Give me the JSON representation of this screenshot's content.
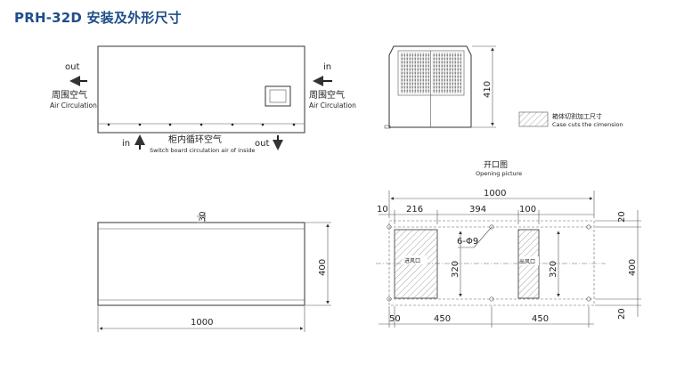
{
  "title": "PRH-32D 安装及外形尺寸",
  "front": {
    "out_label": "out",
    "in_label": "in",
    "left_cn": "周围空气",
    "left_en": "Air Circulation",
    "right_cn": "周围空气",
    "right_en": "Air Circulation",
    "bottom_in": "in",
    "bottom_out": "out",
    "bottom_cn": "柜内循环空气",
    "bottom_en": "Switch board circulation air of inside"
  },
  "side": {
    "height_dim": "410"
  },
  "legend": {
    "cn": "箱体切割加工尺寸",
    "en": "Case cuts the cimension"
  },
  "opening": {
    "title_cn": "开口图",
    "title_en": "Opening picture",
    "dim_total": "1000",
    "dim_10": "10",
    "dim_216": "216",
    "dim_394": "394",
    "dim_100": "100",
    "dim_20_top": "20",
    "dim_20_bot": "20",
    "dim_400": "400",
    "dim_320_left": "320",
    "dim_320_right": "320",
    "holes": "6-Φ9",
    "left_cut": "进风口",
    "right_cut": "出风口",
    "dim_50": "50",
    "dim_450_a": "450",
    "dim_450_b": "450"
  },
  "bottom_view": {
    "dim_30": "30",
    "dim_400": "400",
    "dim_1000": "1000"
  }
}
